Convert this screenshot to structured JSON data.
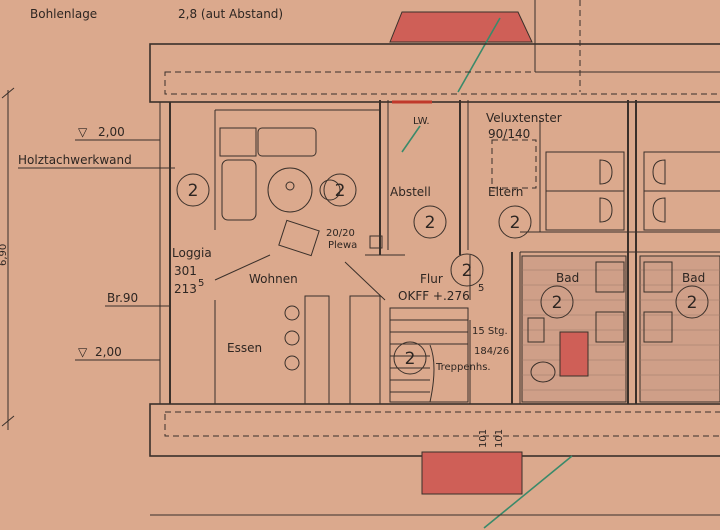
{
  "title_block": {
    "row_label": "Bohlenlage",
    "row_value": "2,8  (aut Abstand)"
  },
  "left_annotations": {
    "level_mark_1": "2,00",
    "wall_type": "Holztachwerkwand",
    "floor_mark": "Br.90",
    "level_mark_2": "2,00",
    "dimension_partial": "6,90"
  },
  "rooms": {
    "loggia": {
      "name": "Loggia",
      "dim_1": "301",
      "dim_2": "213",
      "dim_2_sup": "5"
    },
    "wohnen": {
      "name": "Wohnen"
    },
    "essen": {
      "name": "Essen"
    },
    "abstell": {
      "name": "Abstell"
    },
    "eltern": {
      "name": "Eltern"
    },
    "flur": {
      "name": "Flur",
      "level": "OKFF +.276",
      "level_sup": "5"
    },
    "treppenhaus": {
      "name": "Treppenhs."
    },
    "bad_1": {
      "name": "Bad"
    },
    "bad_2": {
      "name": "Bad"
    }
  },
  "annotations": {
    "lw": "LW.",
    "velux_1": "Veluxtenster",
    "velux_2": "90/140",
    "plewa_1": "20/20",
    "plewa_2": "Plewa",
    "stairs_1": "15 Stg.",
    "stairs_2": "184/26",
    "bottom_dim_1": "101",
    "bottom_dim_2": "101"
  },
  "circle_marker": "2"
}
